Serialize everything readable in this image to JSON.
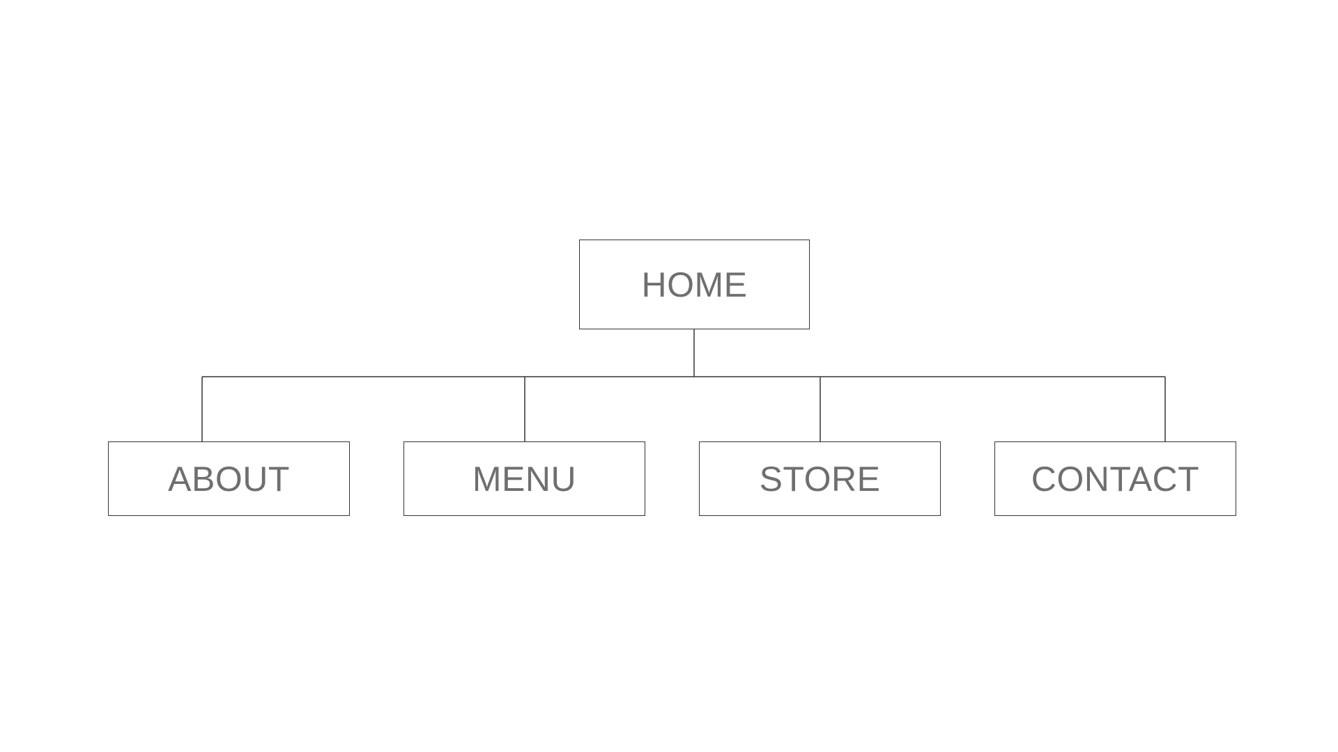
{
  "diagram": {
    "root": {
      "label": "HOME"
    },
    "children": [
      {
        "label": "ABOUT"
      },
      {
        "label": "MENU"
      },
      {
        "label": "STORE"
      },
      {
        "label": "CONTACT"
      }
    ]
  },
  "colors": {
    "line": "#333333",
    "text": "#6f6f6f",
    "background": "#ffffff"
  }
}
